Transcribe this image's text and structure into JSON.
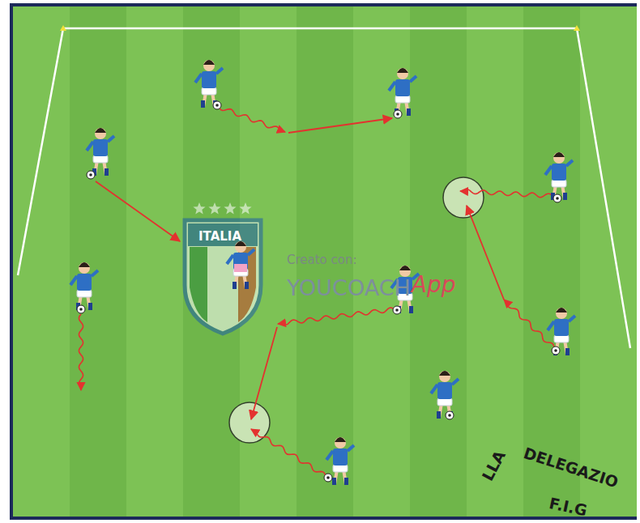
{
  "diagram": {
    "labels": [
      "ITALIA",
      "Creato con:",
      "YOUCOACH",
      "App",
      "DELEGAZIO",
      "LLA",
      "F.I.G"
    ]
  }
}
